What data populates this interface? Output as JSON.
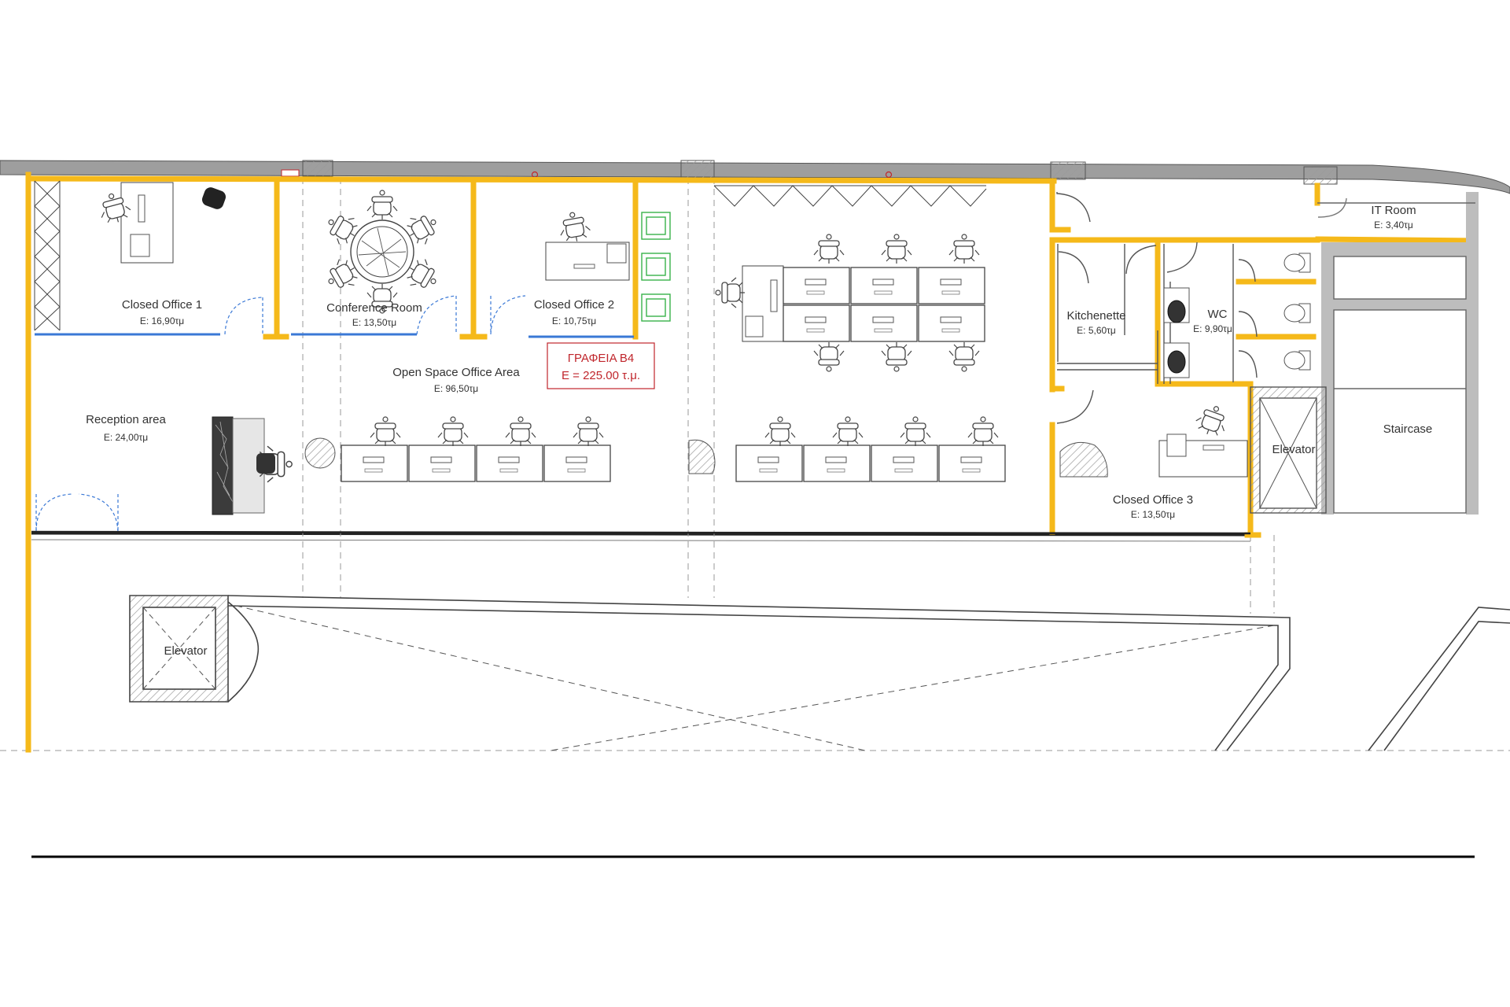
{
  "colors": {
    "partition": "#f5b91a",
    "glass": "#3a78d6",
    "outline": "#555555",
    "hatch": "#9a9a9a",
    "stamp": "#c0262c",
    "text": "#333333"
  },
  "rooms": {
    "closed_office_1": {
      "name": "Closed Office 1",
      "area": "E: 16,90τμ"
    },
    "conference_room": {
      "name": "Conference Room",
      "area": "E: 13,50τμ"
    },
    "closed_office_2": {
      "name": "Closed Office 2",
      "area": "E: 10,75τμ"
    },
    "open_space": {
      "name": "Open Space Office Area",
      "area": "E: 96,50τμ"
    },
    "reception": {
      "name": "Reception area",
      "area": "E: 24,00τμ"
    },
    "kitchenette": {
      "name": "Kitchenette",
      "area": "E: 5,60τμ"
    },
    "wc": {
      "name": "WC",
      "area": "E: 9,90τμ"
    },
    "it_room": {
      "name": "IT Room",
      "area": "E: 3,40τμ"
    },
    "closed_office_3": {
      "name": "Closed Office 3",
      "area": "E: 13,50τμ"
    },
    "staircase": {
      "name": "Staircase"
    },
    "elevator_main": {
      "name": "Elevator"
    },
    "elevator_lower": {
      "name": "Elevator"
    }
  },
  "stamp": {
    "line1": "ΓΡΑΦΕΙΑ Β4",
    "line2": "E = 225.00 τ.μ."
  },
  "icons": [
    "office-chair-icon",
    "desk-icon",
    "round-table-icon",
    "reception-desk-icon",
    "toilet-icon",
    "sink-icon",
    "door-swing-icon",
    "column-icon"
  ]
}
